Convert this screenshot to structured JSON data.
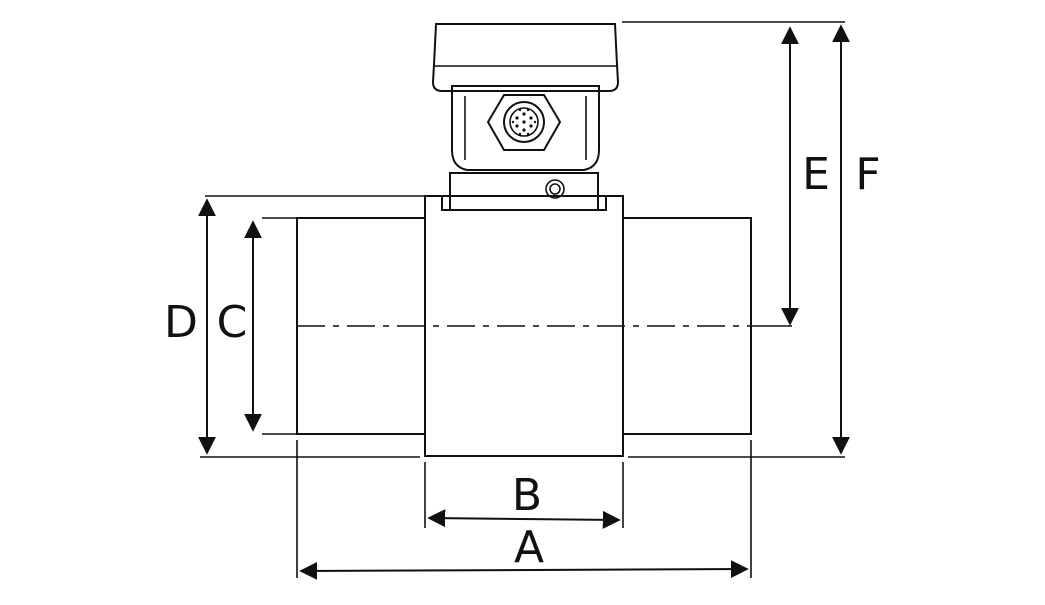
{
  "diagram": {
    "dimension_labels": {
      "a": "A",
      "b": "B",
      "c": "C",
      "d": "D",
      "e": "E",
      "f": "F"
    },
    "colors": {
      "line": "#111111",
      "background": "#ffffff"
    }
  }
}
